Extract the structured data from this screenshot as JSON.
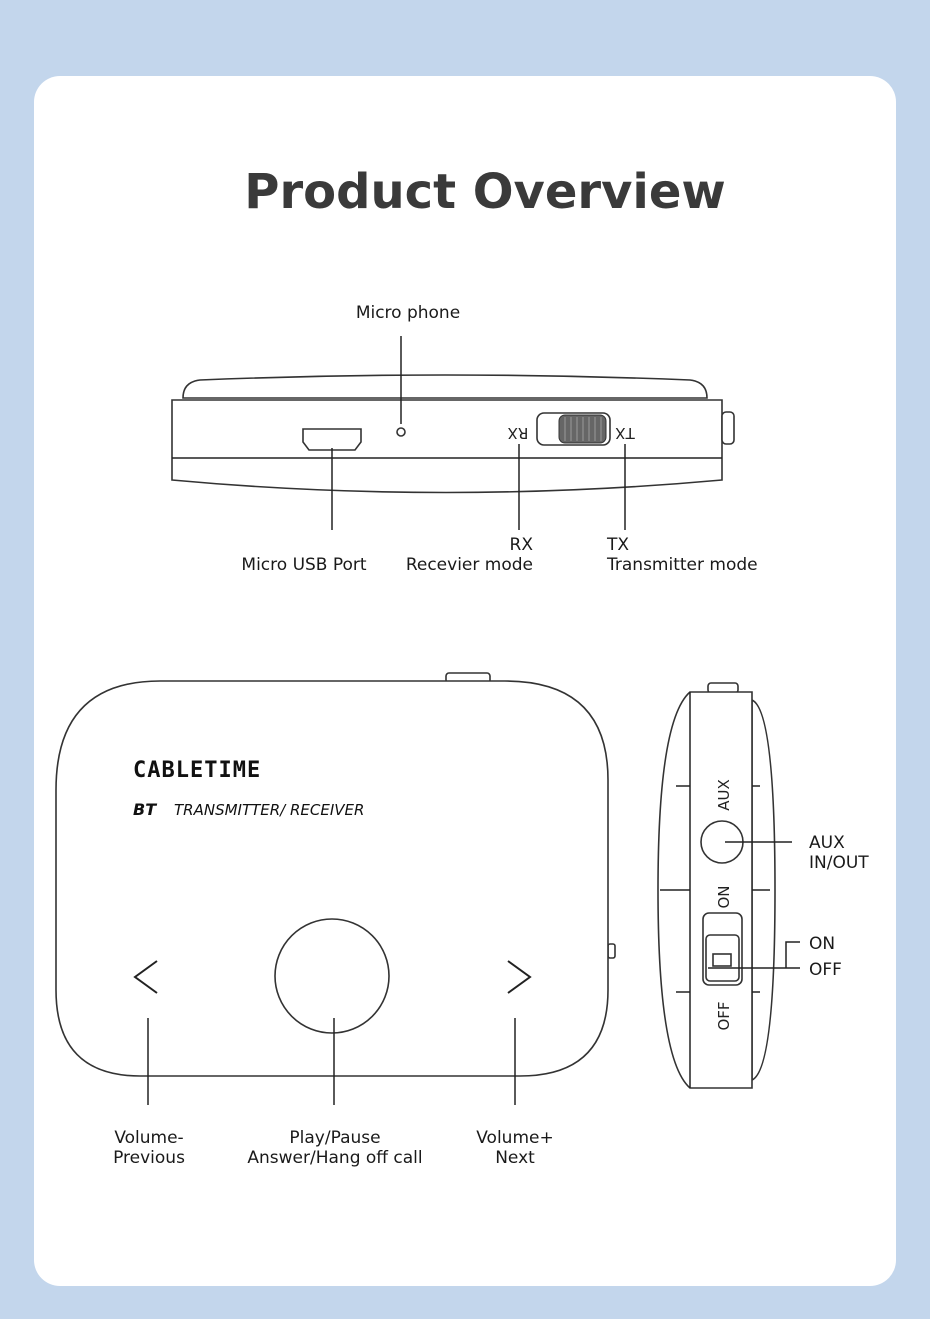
{
  "title": "Product Overview",
  "top_view": {
    "microphone": "Micro phone",
    "usb": "Micro USB Port",
    "rx_code": "RX",
    "rx_desc": "Recevier mode",
    "tx_code": "TX",
    "tx_desc": "Transmitter mode",
    "switch_rx": "RX",
    "switch_tx": "TX"
  },
  "front_view": {
    "brand": "CABLETIME",
    "model_bt": "BT",
    "model_desc": "TRANSMITTER/ RECEIVER",
    "vol_minus": [
      "Volume-",
      "Previous"
    ],
    "play": [
      "Play/Pause",
      "Answer/Hang off call"
    ],
    "vol_plus": [
      "Volume+",
      "Next"
    ]
  },
  "side_view": {
    "aux_mark": "AUX",
    "on_mark": "ON",
    "off_mark": "OFF",
    "aux_label": [
      "AUX",
      "IN/OUT"
    ],
    "on_label": "ON",
    "off_label": "OFF"
  }
}
